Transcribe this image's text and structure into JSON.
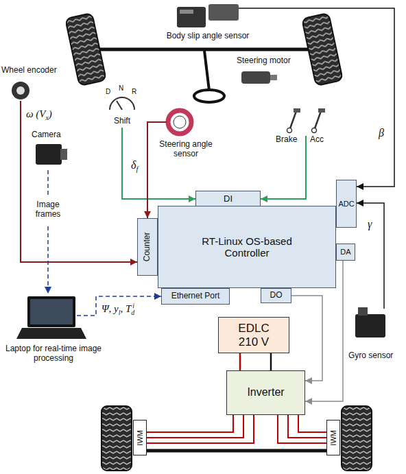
{
  "diagram": {
    "nodes": [
      {
        "text": [
          "DI"
        ]
      },
      {
        "text": [
          "ADC"
        ]
      },
      {
        "text": [
          "Counter"
        ]
      },
      {
        "text": [
          "RT-Linux OS-based Controller"
        ]
      },
      {
        "text": [
          "DA"
        ]
      },
      {
        "text": [
          "Ethernet Port"
        ]
      },
      {
        "text": [
          "DO"
        ]
      },
      {
        "text": [
          "EDLC 210 V"
        ]
      },
      {
        "text": [
          "Inverter"
        ]
      },
      {
        "text": [
          "IWM"
        ]
      },
      {
        "text": [
          "IWM"
        ]
      }
    ],
    "edges": [
      {
        "from": 7,
        "to": 8,
        "arrow": "none"
      },
      {
        "from": 4,
        "to": 8,
        "arrow": "to"
      },
      {
        "from": 6,
        "to": 8,
        "arrow": "to"
      },
      {
        "from": 8,
        "to": 9,
        "arrow": "none"
      },
      {
        "from": 8,
        "to": 10,
        "arrow": "none"
      }
    ],
    "labels": [
      "Body slip angle sensor",
      "Steering motor",
      "Wheel encoder",
      "Shift",
      "D",
      "N",
      "R",
      "ω (V",
      "x",
      ")",
      "Steering angle sensor",
      "δ",
      "f",
      "β",
      "Brake",
      "Acc",
      "Camera",
      "Image frames",
      "Laptop for real-time image processing",
      "Ψ, y",
      "l",
      ", T",
      "d",
      "i",
      "γ",
      "Gyro sensor"
    ]
  }
}
